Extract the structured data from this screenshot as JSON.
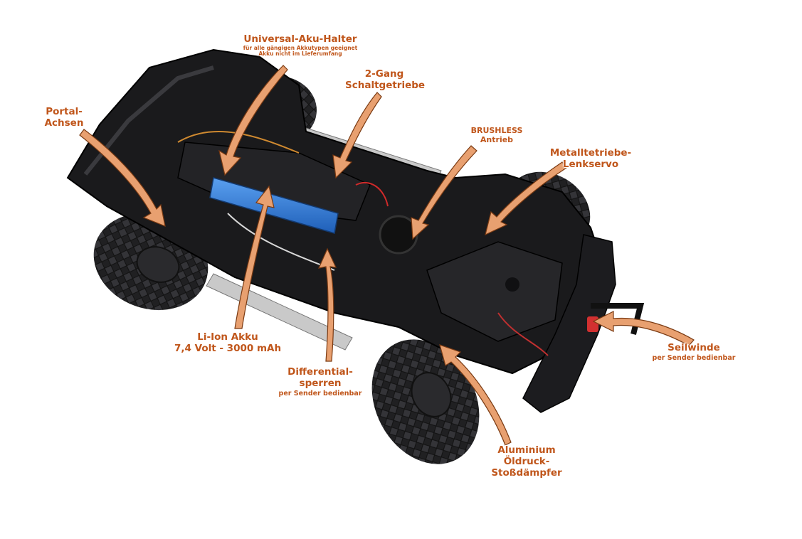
{
  "colors": {
    "label": "#c0561b",
    "arrow": "#e8a070",
    "arrow_edge": "#7a3a12",
    "chassis": "#1a1a1c",
    "battery": "#2f7ad6",
    "tire": "#222224"
  },
  "labels": {
    "battery_holder": {
      "title": "Universal-Aku-Halter",
      "sub1": "für alle gängigen Akkutypen geeignet",
      "sub2": "Akku nicht im Lieferumfang"
    },
    "gearbox": {
      "line1": "2-Gang",
      "line2": "Schaltgetriebe"
    },
    "portal_axles": {
      "line1": "Portal-",
      "line2": "Achsen"
    },
    "brushless": {
      "line1": "BRUSHLESS",
      "line2": "Antrieb"
    },
    "servo": {
      "line1": "Metalltetriebe-",
      "line2": "Lenkservo"
    },
    "battery": {
      "line1": "Li-Ion Akku",
      "line2": "7,4 Volt - 3000 mAh"
    },
    "differential": {
      "line1": "Differential-",
      "line2": "sperren",
      "sub": "per Sender bedienbar"
    },
    "winch": {
      "title": "Seilwinde",
      "sub": "per Sender bedienbar"
    },
    "shocks": {
      "line1": "Aluminium",
      "line2": "Öldruck-",
      "line3": "Stoßdämpfer"
    }
  }
}
